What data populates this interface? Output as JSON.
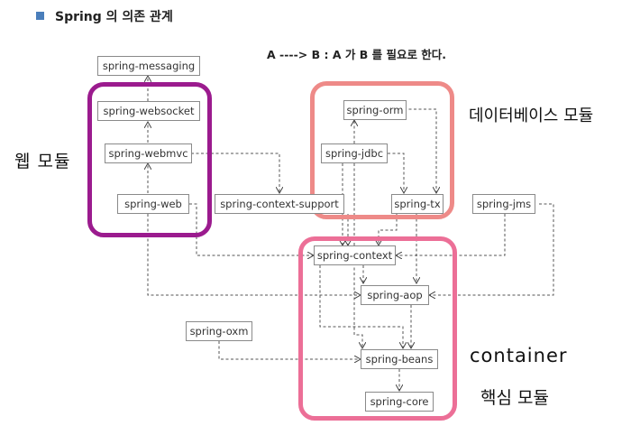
{
  "heading": "Spring 의 의존 관계",
  "legend": "A ----> B : A 가 B 를 필요로 한다.",
  "groups": {
    "web": {
      "label": "웹 모듈",
      "color": "#9b1b8e"
    },
    "database": {
      "label": "데이터베이스 모듈",
      "color": "#ee8a88"
    },
    "container": {
      "label_line1": "container",
      "label_line2": "핵심 모듈",
      "color": "#ec6f97"
    }
  },
  "modules": {
    "messaging": "spring-messaging",
    "websocket": "spring-websocket",
    "webmvc": "spring-webmvc",
    "web": "spring-web",
    "context_support": "spring-context-support",
    "orm": "spring-orm",
    "jdbc": "spring-jdbc",
    "tx": "spring-tx",
    "jms": "spring-jms",
    "context": "spring-context",
    "aop": "spring-aop",
    "oxm": "spring-oxm",
    "beans": "spring-beans",
    "core": "spring-core"
  }
}
